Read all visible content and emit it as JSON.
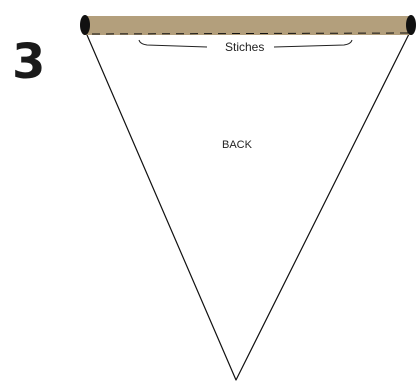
{
  "step_number": "3",
  "stitch_label": "Stiches",
  "side_label": "BACK",
  "colors": {
    "fold_band": "#b39f7c",
    "outline": "#111111",
    "fabric": "#ffffff"
  }
}
